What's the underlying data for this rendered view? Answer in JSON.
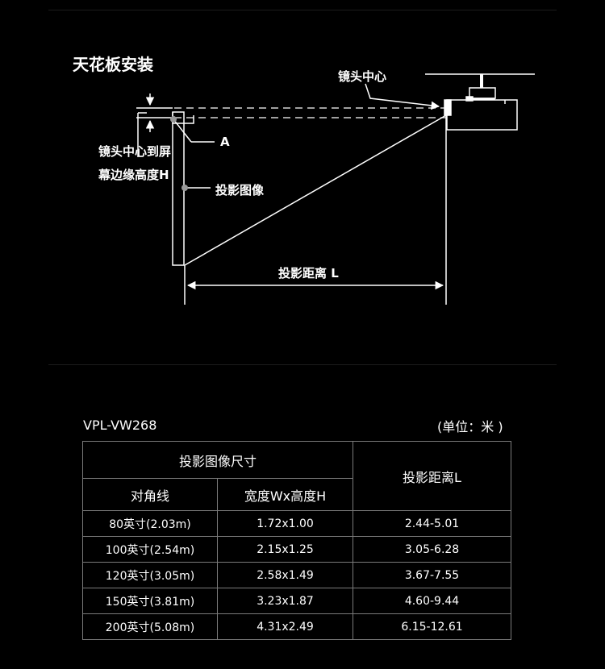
{
  "diagram": {
    "title": "天花板安装",
    "lens_center_label": "镜头中心",
    "height_label": "镜头中心到屏幕边缘高度H",
    "point_a_label": "A",
    "image_label": "投影图像",
    "distance_label": "投影距离 L"
  },
  "table": {
    "model": "VPL-VW268",
    "unit": "(单位：米 )",
    "header_group": "投影图像尺寸",
    "col_diagonal": "对角线",
    "col_size": "宽度Wx高度H",
    "col_distance": "投影距离L",
    "rows": [
      {
        "diagonal": "80英寸(2.03m)",
        "size": "1.72x1.00",
        "distance": "2.44-5.01"
      },
      {
        "diagonal": "100英寸(2.54m)",
        "size": "2.15x1.25",
        "distance": "3.05-6.28"
      },
      {
        "diagonal": "120英寸(3.05m)",
        "size": "2.58x1.49",
        "distance": "3.67-7.55"
      },
      {
        "diagonal": "150英寸(3.81m)",
        "size": "3.23x1.87",
        "distance": "4.60-9.44"
      },
      {
        "diagonal": "200英寸(5.08m)",
        "size": "4.31x2.49",
        "distance": "6.15-12.61"
      }
    ]
  },
  "colors": {
    "background": "#000000",
    "foreground": "#ffffff",
    "border": "#7a7a7a",
    "marker": "#9a9a9a"
  }
}
